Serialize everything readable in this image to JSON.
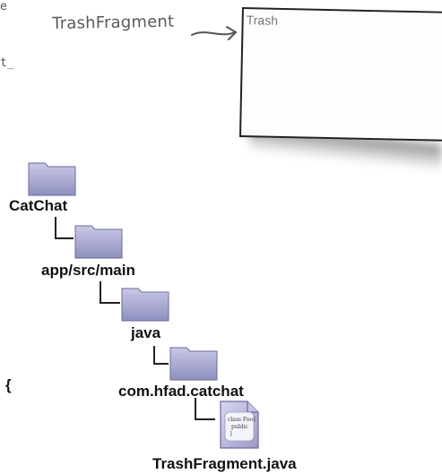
{
  "stray_top": "e",
  "stray_mid": "t_",
  "callout": {
    "label": "TrashFragment"
  },
  "phone": {
    "title": "Trash"
  },
  "tree": {
    "root": "CatChat",
    "level1": "app/src/main",
    "level2": "java",
    "level3": "com.hfad.catchat",
    "file": "TrashFragment.java",
    "file_icon_text": [
      "class Foo{",
      "public",
      "}"
    ]
  },
  "brace": "{"
}
